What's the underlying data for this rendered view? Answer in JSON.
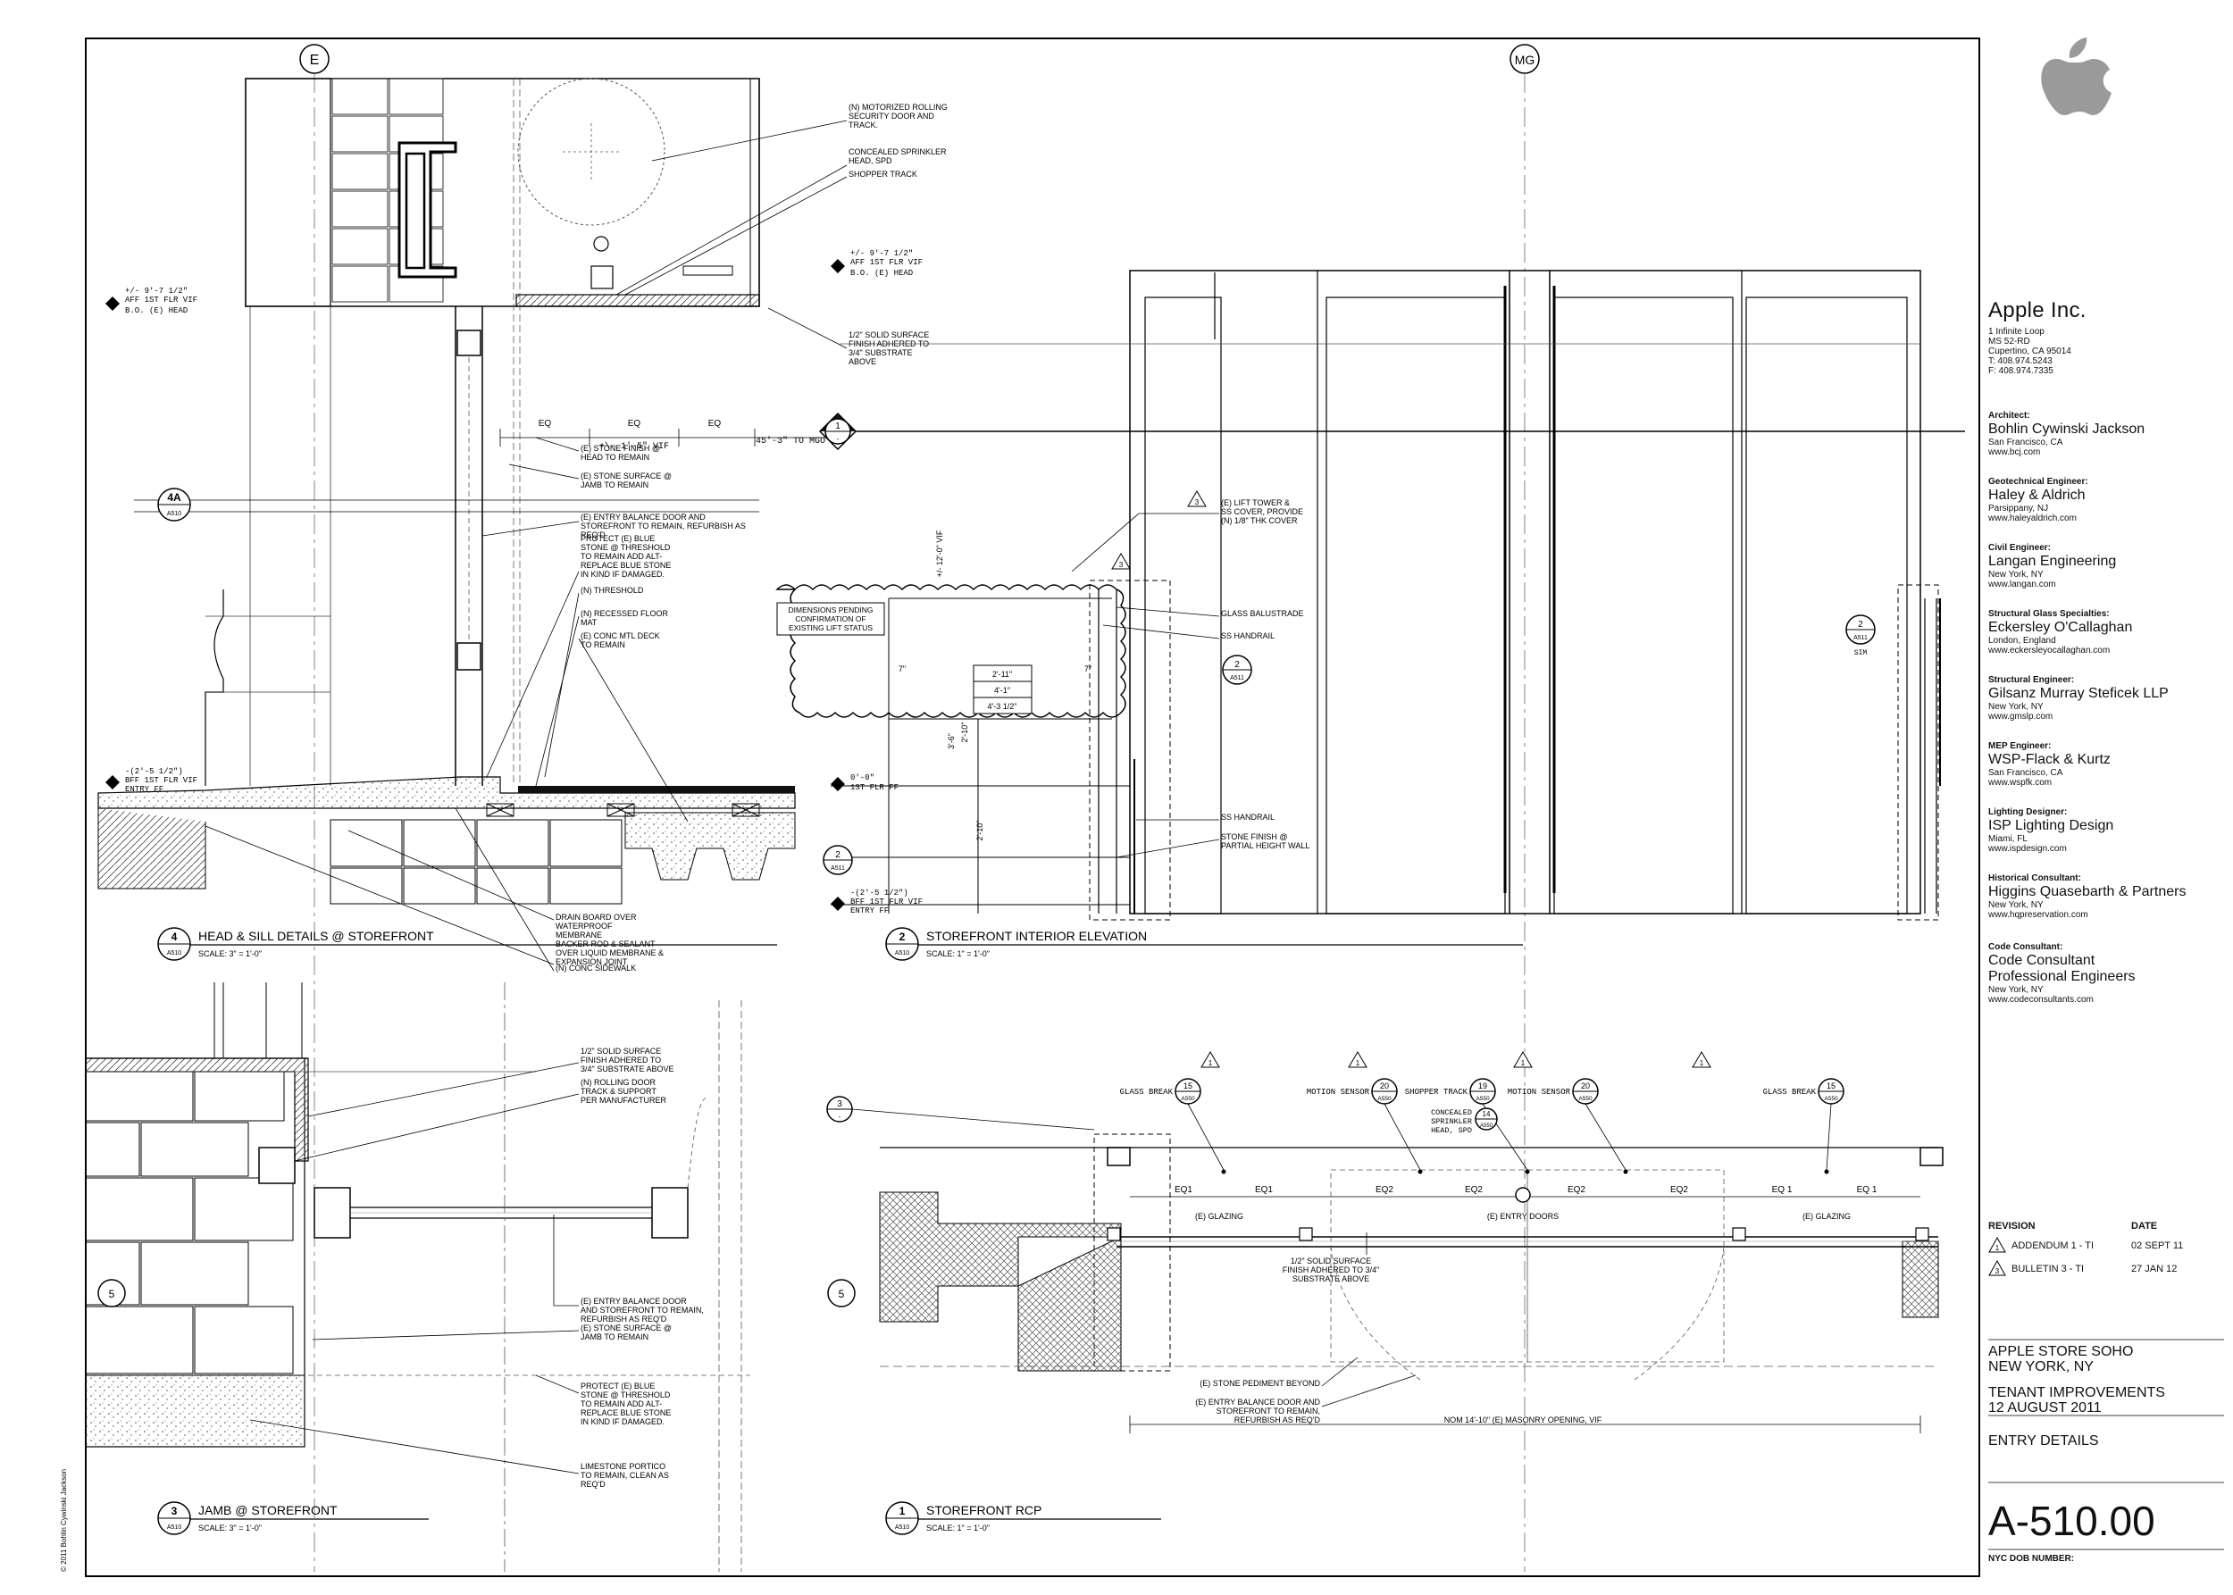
{
  "grid": {
    "e": "E",
    "mg": "MG"
  },
  "client": {
    "name": "Apple Inc.",
    "address": [
      "1 Infinite Loop",
      "MS 52-RD",
      "Cupertino, CA 95014",
      "T: 408.974.5243",
      "F: 408.974.7335"
    ]
  },
  "consultants": [
    {
      "role": "Architect:",
      "firm": "Bohlin Cywinski Jackson",
      "loc": "San Francisco, CA",
      "web": "www.bcj.com"
    },
    {
      "role": "Geotechnical Engineer:",
      "firm": "Haley & Aldrich",
      "loc": "Parsippany, NJ",
      "web": "www.haleyaldrich.com"
    },
    {
      "role": "Civil Engineer:",
      "firm": "Langan Engineering",
      "loc": "New York, NY",
      "web": "www.langan.com"
    },
    {
      "role": "Structural Glass Specialties:",
      "firm": "Eckersley O'Callaghan",
      "loc": "London, England",
      "web": "www.eckersleyocallaghan.com"
    },
    {
      "role": "Structural Engineer:",
      "firm": "Gilsanz Murray Steficek LLP",
      "loc": "New York, NY",
      "web": "www.gmslp.com"
    },
    {
      "role": "MEP Engineer:",
      "firm": "WSP-Flack & Kurtz",
      "loc": "San Francisco, CA",
      "web": "www.wspfk.com"
    },
    {
      "role": "Lighting Designer:",
      "firm": "ISP Lighting Design",
      "loc": "Miami, FL",
      "web": "www.ispdesign.com"
    },
    {
      "role": "Historical Consultant:",
      "firm": "Higgins Quasebarth & Partners",
      "loc": "New York, NY",
      "web": "www.hqpreservation.com"
    }
  ],
  "code_consultant": {
    "role": "Code Consultant:",
    "firm1": "Code Consultant",
    "firm2": "Professional Engineers",
    "loc": "New York, NY",
    "web": "www.codeconsultants.com"
  },
  "revisions": {
    "revision_label": "REVISION",
    "date_label": "DATE",
    "items": [
      {
        "num": "1",
        "name": "ADDENDUM 1 - TI",
        "date": "02 SEPT 11"
      },
      {
        "num": "3",
        "name": "BULLETIN 3 - TI",
        "date": "27 JAN 12"
      }
    ]
  },
  "project": {
    "line1": "APPLE STORE SOHO",
    "line2": "NEW YORK, NY",
    "line3": "TENANT IMPROVEMENTS",
    "line4": "12 AUGUST 2011",
    "sheet_title": "ENTRY DETAILS",
    "sheet_number": "A-510.00",
    "dob_label": "NYC DOB NUMBER:"
  },
  "copyright": "© 2011 Bohlin Cywinski Jackson",
  "details": [
    {
      "num": "4",
      "sheet": "A510",
      "title": "HEAD & SILL DETAILS @ STOREFRONT",
      "scale": "SCALE: 3\" = 1'-0\""
    },
    {
      "num": "2",
      "sheet": "A510",
      "title": "STOREFRONT INTERIOR ELEVATION",
      "scale": "SCALE: 1\" = 1'-0\""
    },
    {
      "num": "3",
      "sheet": "A510",
      "title": "JAMB @ STOREFRONT",
      "scale": "SCALE: 3\" = 1'-0\""
    },
    {
      "num": "1",
      "sheet": "A510",
      "title": "STOREFRONT RCP",
      "scale": "SCALE: 1\" = 1'-0\""
    }
  ],
  "notes_head": [
    [
      "(N) MOTORIZED ROLLING",
      "SECURITY DOOR AND",
      "TRACK."
    ],
    [
      "CONCEALED SPRINKLER",
      "HEAD, SPD"
    ],
    [
      "SHOPPER TRACK"
    ],
    [
      "1/2\" SOLID SURFACE",
      "FINISH ADHERED TO",
      "3/4\" SUBSTRATE",
      "ABOVE"
    ],
    [
      "(E) STONE FINISH @",
      "HEAD TO REMAIN"
    ],
    [
      "(E) STONE SURFACE @",
      "JAMB TO REMAIN"
    ],
    [
      "(E) ENTRY BALANCE DOOR AND",
      "STOREFRONT TO REMAIN, REFURBISH AS",
      "REQ'D"
    ],
    [
      "PROTECT (E) BLUE",
      "STONE @ THRESHOLD",
      "TO REMAIN ADD ALT-",
      "REPLACE BLUE STONE",
      "IN KIND IF DAMAGED."
    ],
    [
      "(N) THRESHOLD"
    ],
    [
      "(N) RECESSED FLOOR",
      "MAT"
    ],
    [
      "(E) CONC MTL DECK",
      "TO REMAIN"
    ],
    [
      "DRAIN BOARD OVER",
      "WATERPROOF",
      "MEMBRANE",
      "BACKER ROD & SEALANT",
      "OVER LIQUID MEMBRANE &",
      "EXPANSION JOINT"
    ],
    [
      "(N) CONC SIDEWALK"
    ]
  ],
  "elev_head": {
    "line1": "+/- 9'-7 1/2\"",
    "line2": "AFF 1ST FLR VIF",
    "line3": "B.O. (E) HEAD"
  },
  "elev_head2": {
    "line1": "+/- 9'-7 1/2\"",
    "line2": "AFF 1ST FLR VIF",
    "line3": "B.O. (E) HEAD"
  },
  "elev_entry": {
    "line1": "-(2'-5 1/2\")",
    "line2": "BFF 1ST FLR VIF",
    "line3": "ENTRY FF"
  },
  "elev_zero": {
    "line1": "0'-0\"",
    "line2": "1ST FLR FF"
  },
  "elev_entry2": {
    "line1": "-(2'-5 1/2\")",
    "line2": "BFF 1ST FLR VIF",
    "line3": "ENTRY FF"
  },
  "dims_head": {
    "eq1": "EQ",
    "eq2": "EQ",
    "eq3": "EQ",
    "mid": "+\\- 1'-5\" VIF",
    "mgo": "45'-3\" TO MGO"
  },
  "notes_elev": [
    [
      "(E) LIFT TOWER &",
      "SS COVER, PROVIDE",
      "(N) 1/8\" THK COVER"
    ],
    [
      "GLASS BALUSTRADE"
    ],
    [
      "SS HANDRAIL"
    ],
    [
      "SS HANDRAIL"
    ],
    [
      "STONE FINISH @",
      "PARTIAL HEIGHT WALL"
    ]
  ],
  "cloud_note": [
    "DIMENSIONS PENDING",
    "CONFIRMATION OF",
    "EXISTING LIFT STATUS"
  ],
  "elev_dims": {
    "d1": "2'-11\"",
    "d2": "4'-1\"",
    "d3": "4'-3 1/2\"",
    "d4": "7\"",
    "d5": "7\"",
    "v1": "+/- 12'-0\" VIF",
    "v2": "3'-6\"",
    "v3": "2'-10\"",
    "v4": "2'-10\""
  },
  "sim": "SIM",
  "notes_jamb": [
    [
      "1/2\" SOLID SURFACE",
      "FINISH ADHERED TO",
      "3/4\" SUBSTRATE ABOVE"
    ],
    [
      "(N) ROLLING DOOR",
      "TRACK & SUPPORT",
      "PER MANUFACTURER"
    ],
    [
      "(E) ENTRY BALANCE DOOR",
      "AND STOREFRONT TO REMAIN,",
      "REFURBISH AS REQ'D"
    ],
    [
      "(E) STONE SURFACE @",
      "JAMB TO REMAIN"
    ],
    [
      "PROTECT (E) BLUE",
      "STONE @ THRESHOLD",
      "TO REMAIN ADD ALT-",
      "REPLACE BLUE STONE",
      "IN KIND IF DAMAGED."
    ],
    [
      "LIMESTONE PORTICO",
      "TO REMAIN, CLEAN AS",
      "REQ'D"
    ]
  ],
  "rcp": {
    "tags": [
      {
        "label": "GLASS BREAK",
        "num": "15",
        "sheet": "A550"
      },
      {
        "label": "MOTION SENSOR",
        "num": "20",
        "sheet": "A550"
      },
      {
        "label": "SHOPPER TRACK",
        "num": "19",
        "sheet": "A550"
      },
      {
        "label": "MOTION SENSOR",
        "num": "20",
        "sheet": "A550"
      },
      {
        "label": "GLASS BREAK",
        "num": "15",
        "sheet": "A550"
      }
    ],
    "sprinkler": {
      "l1": "CONCEALED",
      "l2": "SPRINKLER",
      "l3": "HEAD, SPD",
      "num": "14",
      "sheet": "A550"
    },
    "dims": [
      "EQ1",
      "EQ1",
      "EQ2",
      "EQ2",
      "EQ2",
      "EQ2",
      "EQ 1",
      "EQ 1"
    ],
    "glazing1": "(E) GLAZING",
    "doors": "(E) ENTRY DOORS",
    "glazing2": "(E) GLAZING",
    "note_solid": [
      "1/2\" SOLID SURFACE",
      "FINISH ADHERED TO 3/4\"",
      "SUBSTRATE ABOVE"
    ],
    "note_pediment": "(E) STONE PEDIMENT BEYOND",
    "note_door": [
      "(E) ENTRY BALANCE DOOR AND",
      "STOREFRONT TO REMAIN,",
      "REFURBISH AS REQ'D"
    ],
    "opening": "NOM 14'-10\" (E) MASONRY OPENING, VIF"
  },
  "refs": {
    "r4a": {
      "num": "4A",
      "sheet": "A510"
    },
    "r1": {
      "num": "1",
      "sheet": "-"
    },
    "r2a": {
      "num": "2",
      "sheet": "A511"
    },
    "r2b": {
      "num": "2",
      "sheet": "A511"
    },
    "r2c": {
      "num": "2",
      "sheet": "A511"
    },
    "r3": {
      "num": "3",
      "sheet": "-"
    },
    "r5a": "5",
    "r5b": "5"
  },
  "rev_tags": {
    "t1": "1",
    "t3": "3"
  }
}
